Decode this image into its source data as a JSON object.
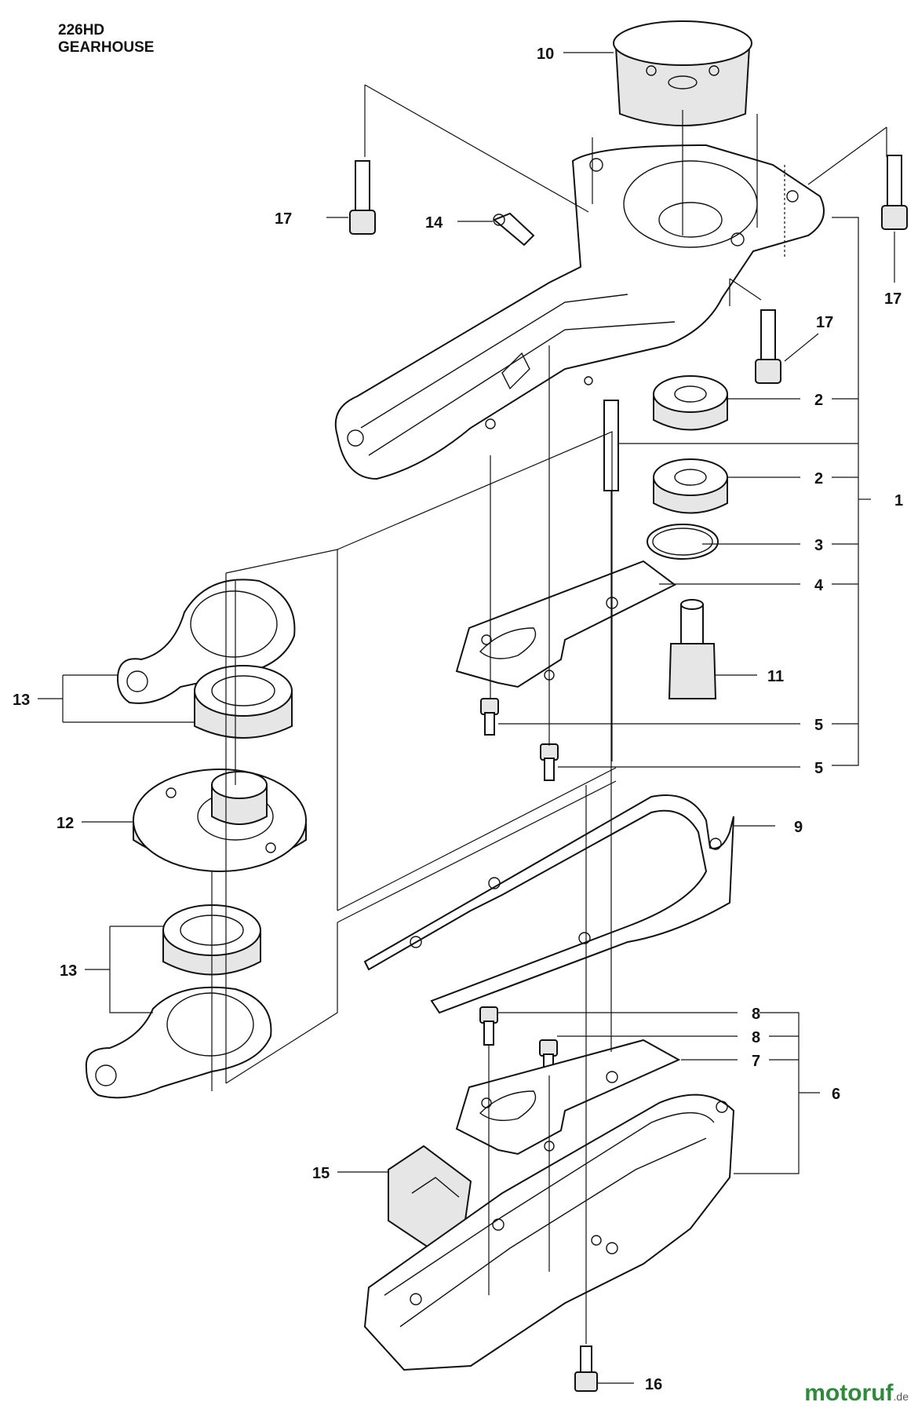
{
  "header": {
    "model": "226HD",
    "section": "GEARHOUSE"
  },
  "watermark": {
    "brand": "motoruf",
    "suffix": ".de",
    "color": "#2e8b3a"
  },
  "callouts": [
    {
      "id": "c1",
      "label": "1"
    },
    {
      "id": "c2a",
      "label": "2"
    },
    {
      "id": "c2b",
      "label": "2"
    },
    {
      "id": "c3",
      "label": "3"
    },
    {
      "id": "c4",
      "label": "4"
    },
    {
      "id": "c5a",
      "label": "5"
    },
    {
      "id": "c5b",
      "label": "5"
    },
    {
      "id": "c6",
      "label": "6"
    },
    {
      "id": "c7",
      "label": "7"
    },
    {
      "id": "c8a",
      "label": "8"
    },
    {
      "id": "c8b",
      "label": "8"
    },
    {
      "id": "c9",
      "label": "9"
    },
    {
      "id": "c10",
      "label": "10"
    },
    {
      "id": "c11",
      "label": "11"
    },
    {
      "id": "c12",
      "label": "12"
    },
    {
      "id": "c13a",
      "label": "13"
    },
    {
      "id": "c13b",
      "label": "13"
    },
    {
      "id": "c14",
      "label": "14"
    },
    {
      "id": "c15",
      "label": "15"
    },
    {
      "id": "c16",
      "label": "16"
    },
    {
      "id": "c17a",
      "label": "17"
    },
    {
      "id": "c17b",
      "label": "17"
    },
    {
      "id": "c17c",
      "label": "17"
    }
  ]
}
